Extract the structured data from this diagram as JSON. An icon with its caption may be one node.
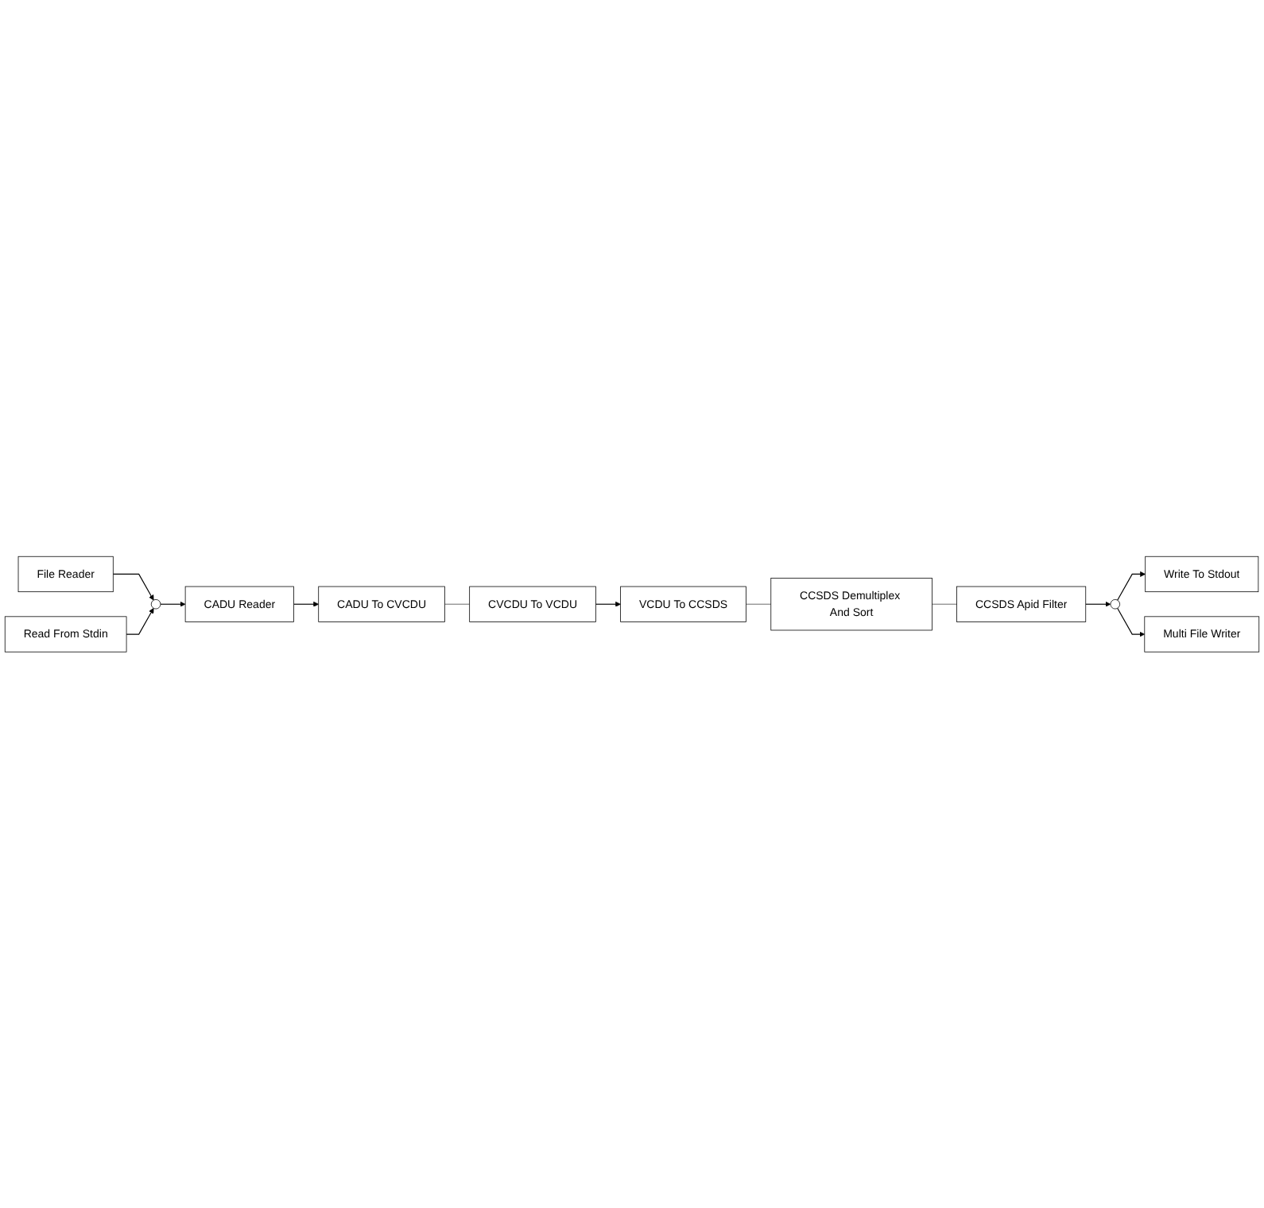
{
  "diagram": {
    "nodes": [
      {
        "text": [
          "File Reader"
        ]
      },
      {
        "text": [],
        "shape": "circle"
      },
      {
        "text": [
          "CADU Reader"
        ]
      },
      {
        "text": [
          "CADU To CVCDU"
        ]
      },
      {
        "text": [
          "Read From Stdin"
        ]
      },
      {
        "text": [
          "CVCDU To VCDU"
        ]
      },
      {
        "text": [
          "VCDU To CCSDS"
        ]
      },
      {
        "text": [
          "Write To Stdout"
        ]
      },
      {
        "text": [],
        "shape": "circle"
      },
      {
        "text": [
          "CCSDS Apid Filter"
        ]
      },
      {
        "text": [
          "CCSDS Demultiplex And Sort"
        ]
      },
      {
        "text": [
          "Multi File Writer"
        ]
      }
    ],
    "edges": [
      {
        "from": 0,
        "to": 1,
        "arrow": "to"
      },
      {
        "from": 4,
        "to": 1,
        "arrow": "to"
      },
      {
        "from": 1,
        "to": 2,
        "arrow": "to"
      },
      {
        "from": 2,
        "to": 3,
        "arrow": "to"
      },
      {
        "from": 3,
        "to": 5,
        "arrow": "none",
        "color": "#808080"
      },
      {
        "from": 5,
        "to": 6,
        "arrow": "to"
      },
      {
        "from": 6,
        "to": 10,
        "arrow": "none",
        "color": "#808080"
      },
      {
        "from": 10,
        "to": 9,
        "arrow": "none",
        "color": "#808080"
      },
      {
        "from": 9,
        "to": 8,
        "arrow": "to"
      },
      {
        "from": 8,
        "to": 7,
        "arrow": "to"
      },
      {
        "from": 8,
        "to": 11,
        "arrow": "to"
      }
    ]
  }
}
